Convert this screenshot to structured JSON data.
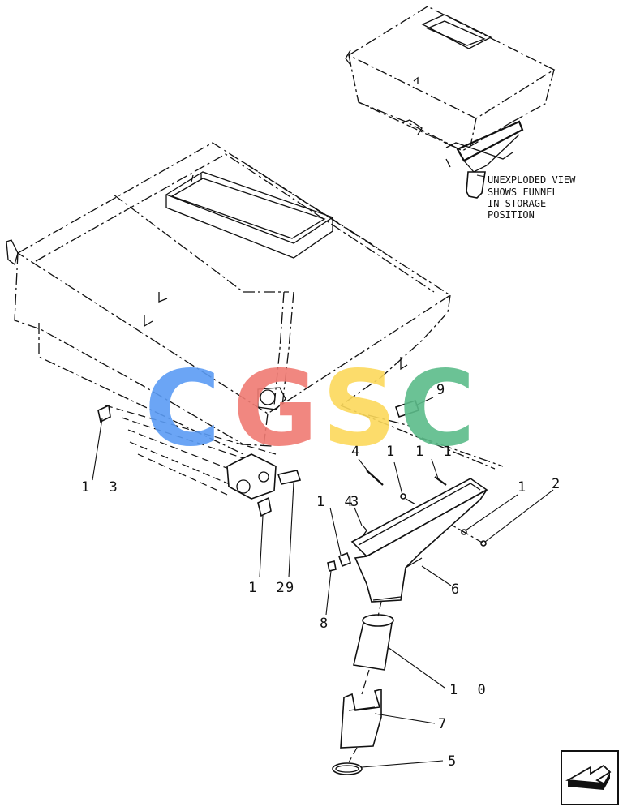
{
  "note_lines": [
    "UNEXPLODED VIEW",
    "SHOWS FUNNEL",
    "IN STORAGE",
    "POSITION"
  ],
  "callouts": {
    "c13": "1 3",
    "c12": "1 2",
    "c9a": "9",
    "c9b": "9",
    "c4": "4",
    "c1a": "1",
    "c11": "1 1",
    "c14": "1 4",
    "c3": "3",
    "c1b": "1",
    "c2": "2",
    "c6": "6",
    "c8": "8",
    "c10": "1 0",
    "c7": "7",
    "c5": "5"
  },
  "watermark": {
    "letters": [
      "C",
      "G",
      "S",
      "C"
    ],
    "colors": [
      "#5b9cf5",
      "#f07b73",
      "#fcd95b",
      "#5cbc8a"
    ]
  },
  "nav_icon": "next-page-arrow-icon"
}
